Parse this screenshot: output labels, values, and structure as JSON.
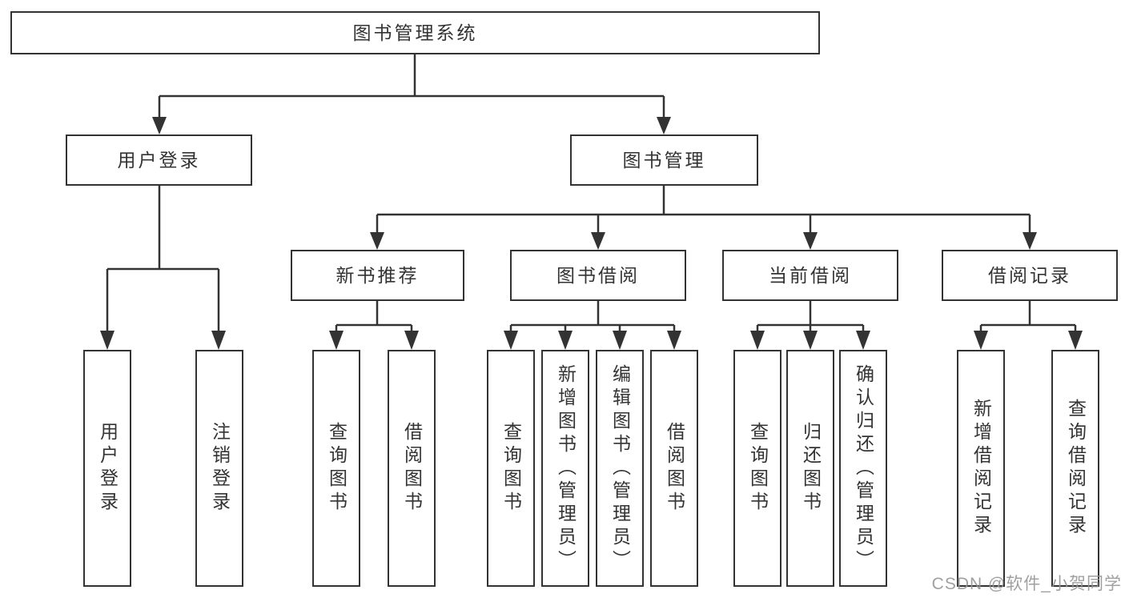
{
  "nodes": {
    "root": "图书管理系统",
    "level2": [
      "用户登录",
      "图书管理"
    ],
    "level3": [
      "新书推荐",
      "图书借阅",
      "当前借阅",
      "借阅记录"
    ],
    "leaves": {
      "login": [
        "用户登录",
        "注销登录"
      ],
      "recommend": [
        "查询图书",
        "借阅图书"
      ],
      "borrow": [
        "查询图书",
        "新增图书（管理员）",
        "编辑图书（管理员）",
        "借阅图书"
      ],
      "current": [
        "查询图书",
        "归还图书",
        "确认归还（管理员）"
      ],
      "records": [
        "新增借阅记录",
        "查询借阅记录"
      ]
    }
  },
  "watermark": "CSDN @软件_小贺同学",
  "colors": {
    "line": "#333333",
    "box_border": "#333333",
    "box_background": "#ffffff",
    "text": "#333333",
    "watermark": "#969696",
    "background": "#ffffff"
  }
}
